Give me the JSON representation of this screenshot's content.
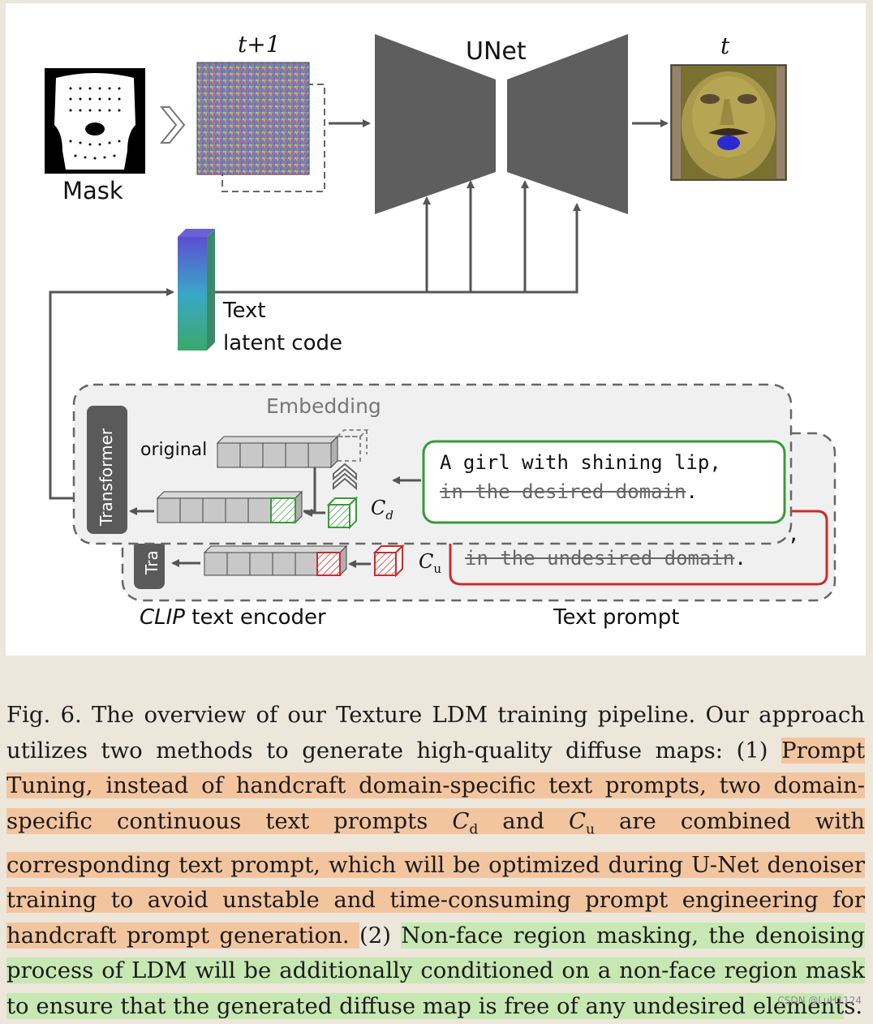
{
  "figure": {
    "mask_label": "Mask",
    "noisy_label": "t+1",
    "unet_label": "UNet",
    "output_label": "t",
    "text_latent_line1": "Text",
    "text_latent_line2": "latent code",
    "embedding_label": "Embedding",
    "original_label": "original",
    "transformer_label": "Transformer",
    "transformer_back_label": "Tra",
    "cd_symbol": "C",
    "cd_sub": "d",
    "cu_symbol": "C",
    "cu_sub": "u",
    "prompt_line1": "A girl with shining lip,",
    "prompt_desired_strike": "in the desired domain",
    "prompt_period": ".",
    "prompt_comma": ",",
    "prompt_undesired_strike": "in the undesired domain",
    "clip_label_italic": "CLIP",
    "clip_label_rest": " text encoder",
    "text_prompt_label": "Text prompt",
    "colors": {
      "unet": "#5e5e5e",
      "arrow": "#555555",
      "green_box": "#3a9a3a",
      "red_box": "#cc2b2b",
      "latent_top": "#5a4fcf",
      "latent_bottom": "#3aaa6a"
    }
  },
  "caption": {
    "p1": "Fig. 6.  The overview of our Texture LDM training pipeline. Our approach utilizes two methods to generate high-quality diffuse maps: (1) ",
    "orange": "Prompt Tuning, instead of handcraft domain-specific text prompts, two domain-specific continuous text prompts ",
    "cd": "C",
    "cd_sub": "d",
    "and": " and ",
    "cu": "C",
    "cu_sub": "u",
    "orange2": " are combined with corresponding text prompt, which will be optimized during U-Net denoiser training to avoid unstable and time-consuming prompt engineering for handcraft prompt generation. ",
    "mid": "(2) ",
    "green": "Non-face region masking, the denoising process of LDM will be additionally conditioned on a non-face region mask to ensure that the generated diffuse map is free of any undesired element",
    "end": "s."
  },
  "watermark": "CSDN @LuH1124"
}
